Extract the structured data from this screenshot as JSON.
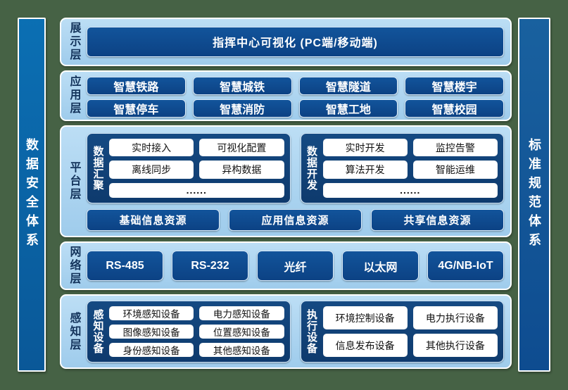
{
  "colors": {
    "background_green": "#466245",
    "row_light_blue": "#aad3ef",
    "block_navy": "#0e4a8c",
    "group_navy": "#123f74",
    "left_pillar_blue": "#0b66a8",
    "right_pillar_blue": "#13579c"
  },
  "left_pillar": {
    "label": "数据安全体系"
  },
  "right_pillar": {
    "label": "标准规范体系"
  },
  "display_layer": {
    "label": "展示层",
    "title": "指挥中心可视化 (PC端/移动端)"
  },
  "application_layer": {
    "label": "应用层",
    "buttons": [
      "智慧铁路",
      "智慧城铁",
      "智慧隧道",
      "智慧楼宇",
      "智慧停车",
      "智慧消防",
      "智慧工地",
      "智慧校园"
    ]
  },
  "platform_layer": {
    "label": "平台层",
    "data_aggregation": {
      "label": "数据汇聚",
      "items": [
        "实时接入",
        "可视化配置",
        "离线同步",
        "异构数据"
      ],
      "more": "......"
    },
    "data_development": {
      "label": "数据开发",
      "items": [
        "实时开发",
        "监控告警",
        "算法开发",
        "智能运维"
      ],
      "more": "......"
    },
    "resources": [
      "基础信息资源",
      "应用信息资源",
      "共享信息资源"
    ]
  },
  "network_layer": {
    "label": "网络层",
    "buttons": [
      "RS-485",
      "RS-232",
      "光纤",
      "以太网",
      "4G/NB-IoT"
    ]
  },
  "perception_layer": {
    "label": "感知层",
    "sensing_devices": {
      "label": "感知设备",
      "items": [
        "环境感知设备",
        "电力感知设备",
        "图像感知设备",
        "位置感知设备",
        "身份感知设备",
        "其他感知设备"
      ]
    },
    "execution_devices": {
      "label": "执行设备",
      "items": [
        "环境控制设备",
        "电力执行设备",
        "信息发布设备",
        "其他执行设备"
      ]
    }
  }
}
